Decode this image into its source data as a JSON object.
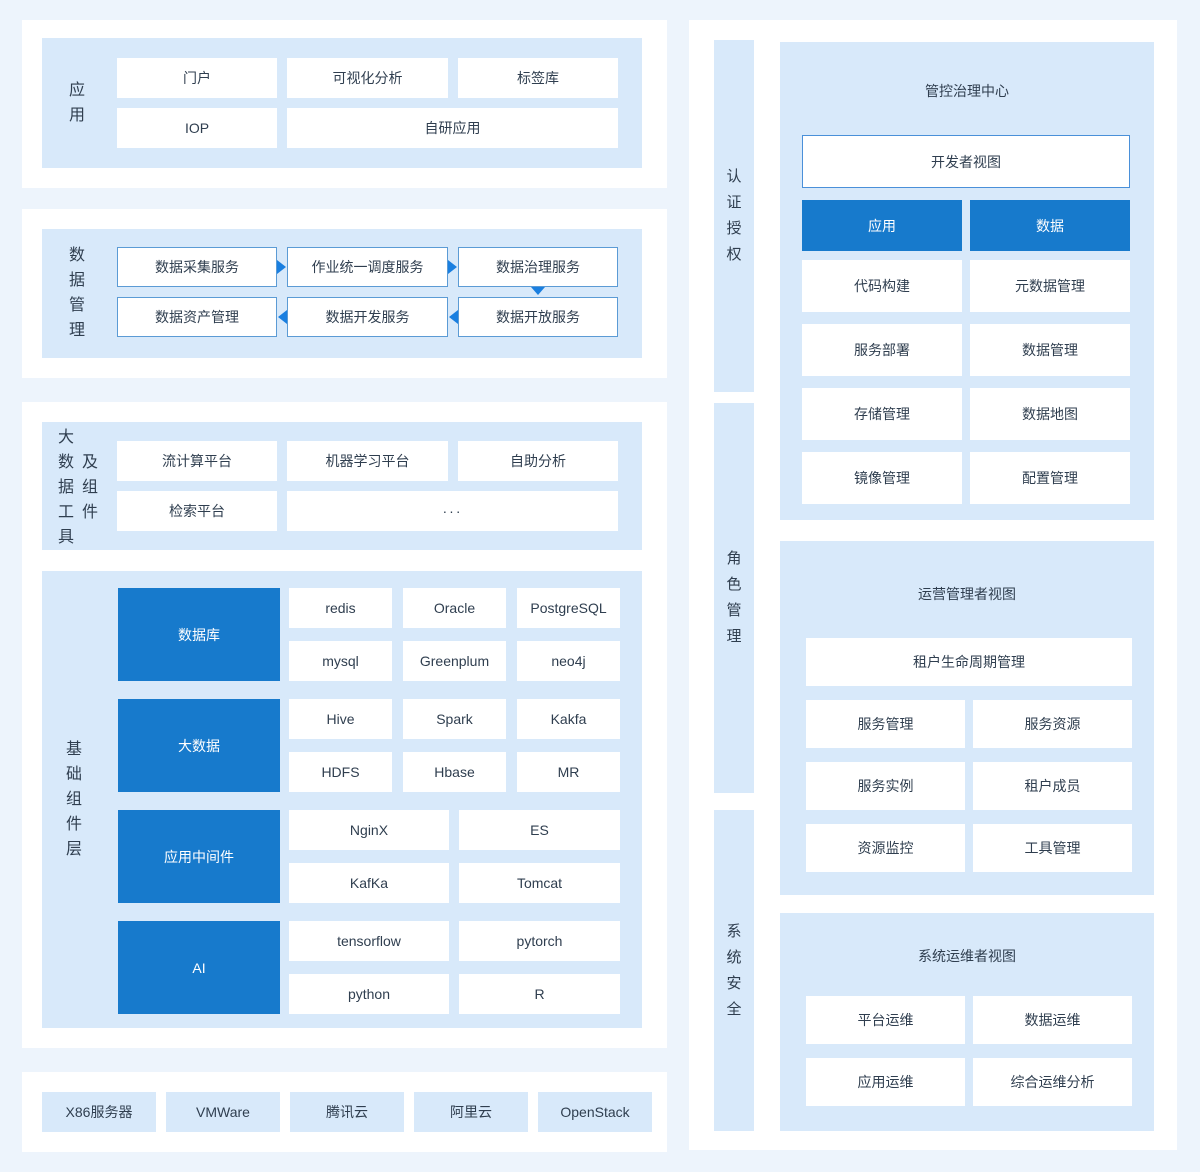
{
  "colors": {
    "page_bg": "#edf4fc",
    "panel_bg": "#d8e9fa",
    "accent_blue": "#177acc",
    "node_border": "#5b9bd5",
    "arrow_blue": "#1a7fe0",
    "text": "#2f3e4f"
  },
  "left": {
    "app": {
      "label": "应用",
      "row1": [
        "门户",
        "可视化分析",
        "标签库"
      ],
      "row2": [
        "IOP",
        "自研应用"
      ]
    },
    "data_mgmt": {
      "label": "数据管理",
      "row1": [
        "数据采集服务",
        "作业统一调度服务",
        "数据治理服务"
      ],
      "row2": [
        "数据资产管理",
        "数据开发服务",
        "数据开放服务"
      ]
    },
    "bigdata_tools": {
      "label_col1": "大数据工具",
      "label_col2": "及组件",
      "row1": [
        "流计算平台",
        "机器学习平台",
        "自助分析"
      ],
      "row2": [
        "检索平台",
        "···"
      ]
    },
    "foundation": {
      "label": "基础组件层",
      "groups": [
        {
          "name": "数据库",
          "items": [
            [
              "redis",
              "Oracle",
              "PostgreSQL"
            ],
            [
              "mysql",
              "Greenplum",
              "neo4j"
            ]
          ]
        },
        {
          "name": "大数据",
          "items": [
            [
              "Hive",
              "Spark",
              "Kakfa"
            ],
            [
              "HDFS",
              "Hbase",
              "MR"
            ]
          ]
        },
        {
          "name": "应用中间件",
          "items": [
            [
              "NginX",
              "ES"
            ],
            [
              "KafKa",
              "Tomcat"
            ]
          ]
        },
        {
          "name": "AI",
          "items": [
            [
              "tensorflow",
              "pytorch"
            ],
            [
              "python",
              "R"
            ]
          ]
        }
      ]
    },
    "infra": [
      "X86服务器",
      "VMWare",
      "腾讯云",
      "阿里云",
      "OpenStack"
    ]
  },
  "right": {
    "bars": [
      "认证授权",
      "角色管理",
      "系统安全"
    ],
    "governance": {
      "title": "管控治理中心",
      "dev_view": "开发者视图",
      "tabs": [
        "应用",
        "数据"
      ],
      "rows": [
        [
          "代码构建",
          "元数据管理"
        ],
        [
          "服务部署",
          "数据管理"
        ],
        [
          "存储管理",
          "数据地图"
        ],
        [
          "镜像管理",
          "配置管理"
        ]
      ]
    },
    "operation": {
      "title": "运营管理者视图",
      "full_row": "租户生命周期管理",
      "rows": [
        [
          "服务管理",
          "服务资源"
        ],
        [
          "服务实例",
          "租户成员"
        ],
        [
          "资源监控",
          "工具管理"
        ]
      ]
    },
    "ops": {
      "title": "系统运维者视图",
      "rows": [
        [
          "平台运维",
          "数据运维"
        ],
        [
          "应用运维",
          "综合运维分析"
        ]
      ]
    }
  }
}
